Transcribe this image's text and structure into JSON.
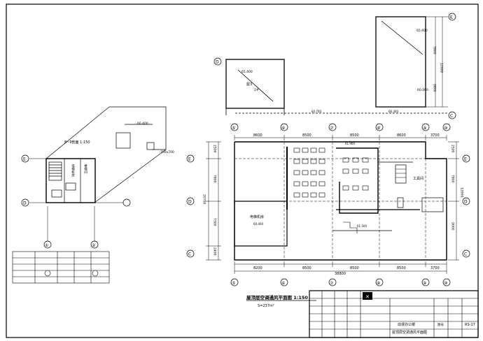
{
  "title_block": {
    "project": "动漫办公楼",
    "drawing_title": "屋顶层空调通风平面图",
    "drawing_no": "RS-17",
    "sheet_label": "图号"
  },
  "main_plan": {
    "caption": "屋顶层空调通风平面图 1:150",
    "area_note": "S=237m²",
    "room_elevator": "电梯机房",
    "room_tool": "工具间",
    "axes_top": [
      "⑤",
      "⑥",
      "⑦",
      "⑧",
      "⑨",
      "⑩"
    ],
    "axes_left": [
      "E",
      "D",
      "C"
    ],
    "dims_top": [
      "8600",
      "8500",
      "8500",
      "8600",
      "3700"
    ],
    "dims_bottom": [
      "8200",
      "8500",
      "8500",
      "8500",
      "3700"
    ],
    "dim_total": "38800",
    "dims_left": [
      "2500",
      "7800",
      "7300",
      "2400"
    ],
    "dims_right": [
      "2500",
      "7800",
      "9000"
    ],
    "outer_left": "20700",
    "outer_right": "12900"
  },
  "upper_left_room": {
    "label": "屋3",
    "level": "65.400",
    "note": "2#"
  },
  "upper_right_room": {
    "level": "65.400",
    "dim1": "7800",
    "dim2": "9800",
    "dim3": "12900",
    "level2": "60.000"
  },
  "secondary_plan": {
    "caption": "8~9剖面 1:150",
    "rooms": [
      "电梯机房",
      "楼梯间"
    ],
    "level": "60.400",
    "opening": "700x700",
    "axes_left": [
      "E",
      "D"
    ],
    "axes_bottom": [
      "①",
      "②"
    ]
  },
  "misc_levels": [
    "60.700",
    "66.300",
    "60.400",
    "61.500",
    "61.900"
  ]
}
